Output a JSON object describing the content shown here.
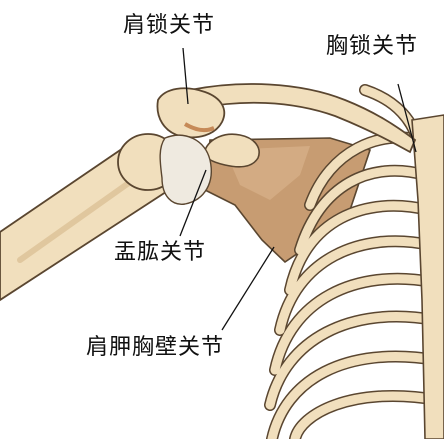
{
  "labels": {
    "acromioclavicular": "肩锁关节",
    "sternoclavicular": "胸锁关节",
    "glenohumeral": "盂肱关节",
    "scapulothoracic": "肩胛胸壁关节"
  },
  "colors": {
    "bone_fill": "#f1dfbd",
    "bone_outline": "#5a4630",
    "joint_surface": "#efeae0",
    "joint_shadow": "#c68a58",
    "scapula_shade": "#c79c72",
    "leader_line": "#111111"
  }
}
